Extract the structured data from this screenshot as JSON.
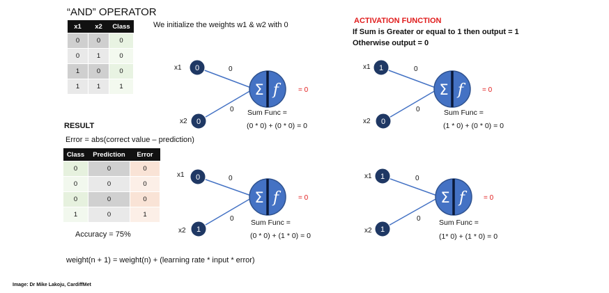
{
  "and_table": {
    "title": "“AND” OPERATOR",
    "headers": [
      "x1",
      "x2",
      "Class"
    ],
    "rows": [
      [
        "0",
        "0",
        "0"
      ],
      [
        "0",
        "1",
        "0"
      ],
      [
        "1",
        "0",
        "0"
      ],
      [
        "1",
        "1",
        "1"
      ]
    ]
  },
  "init_note": "We initialize the weights w1 & w2 with 0",
  "activation": {
    "title": "ACTIVATION FUNCTION",
    "rule1": "If Sum  is Greater or equal to 1 then output =  1",
    "rule2": "Otherwise output = 0"
  },
  "result": {
    "title": "RESULT",
    "error_formula": "Error = abs(correct value   – prediction)",
    "headers": [
      "Class",
      "Prediction",
      "Error"
    ],
    "rows": [
      [
        "0",
        "0",
        "0"
      ],
      [
        "0",
        "0",
        "0"
      ],
      [
        "0",
        "0",
        "0"
      ],
      [
        "1",
        "0",
        "1"
      ]
    ],
    "accuracy": "Accuracy = 75%"
  },
  "update_rule": "weight(n + 1) = weight(n) + (learning rate * input * error)",
  "credit": "Image: Dr Mike Lakoju, CardiffMet",
  "perceptrons": [
    {
      "x1_label": "x1",
      "x2_label": "x2",
      "x1_value": "0",
      "x2_value": "0",
      "w1": "0",
      "w2": "0",
      "output": "= 0",
      "sum_label": "Sum Func =",
      "sum_expr": "(0 * 0) + (0 * 0) = 0",
      "symbol": "Σ",
      "activation_symbol": "f"
    },
    {
      "x1_label": "x1",
      "x2_label": "x2",
      "x1_value": "1",
      "x2_value": "0",
      "w1": "0",
      "w2": "0",
      "output": "= 0",
      "sum_label": "Sum Func =",
      "sum_expr": "(1 * 0) + (0 * 0) = 0",
      "symbol": "Σ",
      "activation_symbol": "f"
    },
    {
      "x1_label": "x1",
      "x2_label": "x2",
      "x1_value": "0",
      "x2_value": "1",
      "w1": "0",
      "w2": "0",
      "output": "= 0",
      "sum_label": "Sum Func =",
      "sum_expr": "(0 * 0) + (1 * 0) = 0",
      "symbol": "Σ",
      "activation_symbol": "f"
    },
    {
      "x1_label": "x1",
      "x2_label": "x2",
      "x1_value": "1",
      "x2_value": "1",
      "w1": "0",
      "w2": "0",
      "output": "= 0",
      "sum_label": "Sum Func =",
      "sum_expr": "(1* 0) + (1 * 0) = 0",
      "symbol": "Σ",
      "activation_symbol": "f"
    }
  ],
  "colors": {
    "node": "#1f3864",
    "neuron": "#4472c4",
    "edge": "#4472c4",
    "accent": "#e01b1b"
  }
}
